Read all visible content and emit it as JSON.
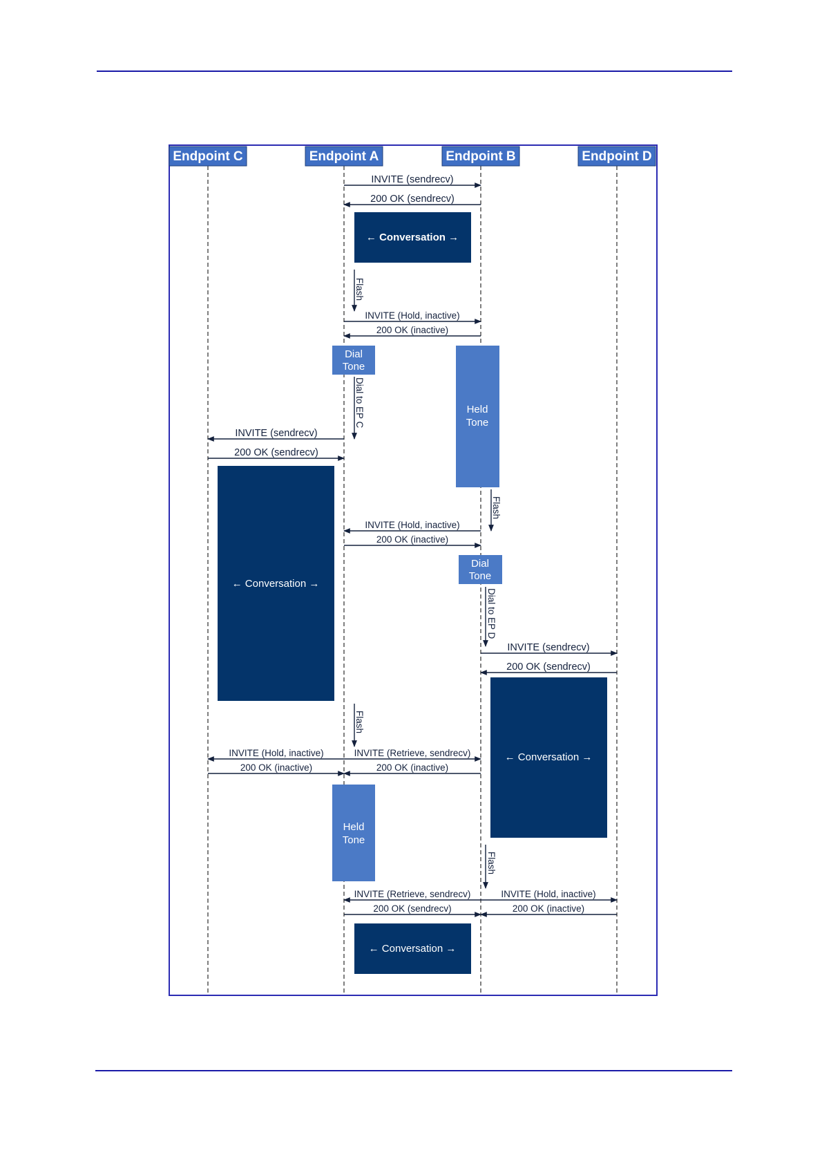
{
  "header_rule": "",
  "footer_rule": "",
  "colors": {
    "rule": "#1a1aa8",
    "frame": "#2b2bb3",
    "endpoint_fill": "#3f6fc4",
    "block_light": "#4b7ac6",
    "block_dark": "#04346a",
    "line": "#14213d"
  },
  "endpoints": {
    "c": "Endpoint C",
    "a": "Endpoint A",
    "b": "Endpoint B",
    "d": "Endpoint D"
  },
  "messages": {
    "m1": "INVITE (sendrecv)",
    "m2": "200 OK (sendrecv)",
    "m3": "INVITE (Hold, inactive)",
    "m4": "200 OK (inactive)",
    "m5": "INVITE (sendrecv)",
    "m6": "200 OK (sendrecv)",
    "m7": "INVITE (Hold, inactive)",
    "m8": "200 OK (inactive)",
    "m9": "INVITE (sendrecv)",
    "m10": "200 OK (sendrecv)",
    "m11": "INVITE (Hold, inactive)",
    "m12": "200 OK (inactive)",
    "m13": "INVITE (Retrieve, sendrecv)",
    "m14": "200 OK (inactive)",
    "m15": "INVITE (Retrieve, sendrecv)",
    "m16": "200 OK (sendrecv)",
    "m17": "INVITE (Hold, inactive)",
    "m18": "200 OK (inactive)"
  },
  "blocks": {
    "conversation": "←  Conversation →",
    "dial_tone_1": "Dial",
    "dial_tone_2": "Tone",
    "held_tone_1": "Held",
    "held_tone_2": "Tone"
  },
  "actions": {
    "flash": "Flash",
    "dial_ep_c": "Dial to EP C",
    "dial_ep_d": "Dial to EP D"
  }
}
